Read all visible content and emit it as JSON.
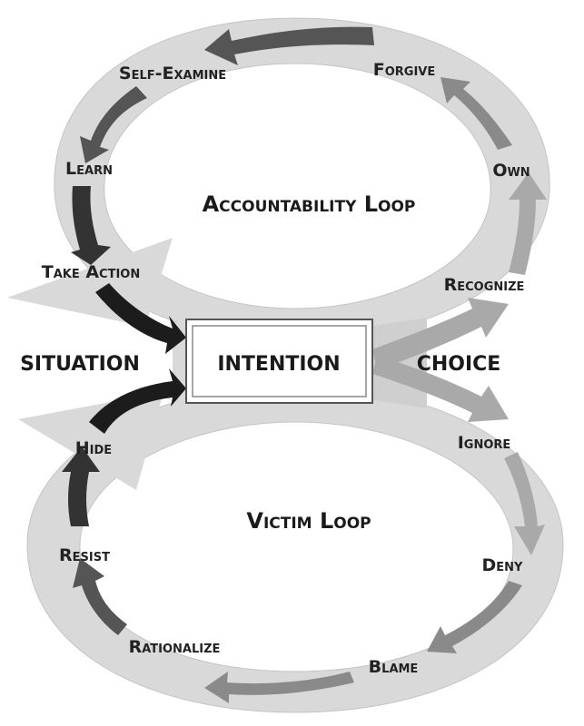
{
  "center_label": "INTENTION",
  "left_label": "SITUATION",
  "right_label": "CHOICE",
  "accountability": {
    "title": "Accountability Loop",
    "steps": [
      "Recognize",
      "Own",
      "Forgive",
      "Self-Examine",
      "Learn",
      "Take Action"
    ]
  },
  "victim": {
    "title": "Victim Loop",
    "steps": [
      "Ignore",
      "Deny",
      "Blame",
      "Rationalize",
      "Resist",
      "Hide"
    ]
  },
  "colors": {
    "ring": "#d9d9d9",
    "ring_edge": "#c4c4c4",
    "arrow_light": "#a9a9a9",
    "arrow_mid": "#8a8a8a",
    "arrow_dark": "#555555",
    "arrow_black": "#1c1c1c",
    "box_border": "#555555"
  }
}
